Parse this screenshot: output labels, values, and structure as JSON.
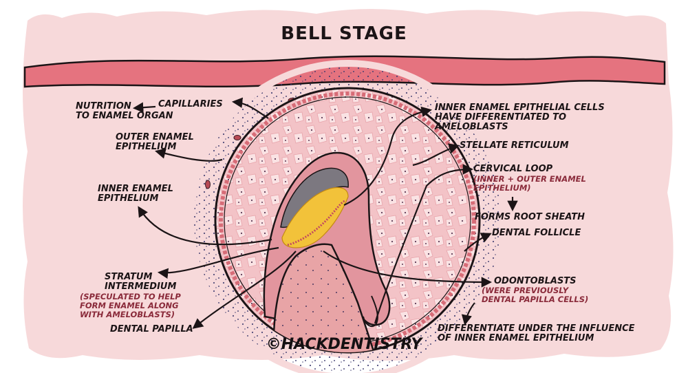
{
  "title": "BELL STAGE",
  "credit": "©HACKDENTISTRY",
  "labels": {
    "nutrition": "NUTRITION\nTO ENAMEL ORGAN",
    "capillaries": "CAPILLARIES",
    "outer_enamel": "OUTER ENAMEL\nEPITHELIUM",
    "inner_enamel": "INNER ENAMEL\nEPITHELIUM",
    "stratum": "STRATUM\nINTERMEDIUM",
    "stratum_note": "(SPECULATED TO HELP\nFORM ENAMEL ALONG\nWITH AMELOBLASTS)",
    "dental_papilla": "DENTAL PAPILLA",
    "inner_cells": "INNER ENAMEL EPITHELIAL CELLS\nHAVE DIFFERENTIATED TO\nAMELOBLASTS",
    "stellate": "STELLATE RETICULUM",
    "cervical": "CERVICAL LOOP",
    "cervical_note": "(INNER + OUTER ENAMEL\nEPITHELIUM)",
    "root_sheath": "FORMS ROOT SHEATH",
    "follicle": "DENTAL FOLLICLE",
    "odontoblasts": "ODONTOBLASTS",
    "odontoblasts_note": "(WERE PREVIOUSLY\nDENTAL PAPILLA CELLS)",
    "differentiate": "DIFFERENTIATE UNDER THE INFLUENCE\nOF INNER ENAMEL EPITHELIUM"
  },
  "colors": {
    "background_tissue": "#f7d9da",
    "epithelium_band": "#e5737f",
    "stellate_fill": "#f1b7bd",
    "enamel_yellow": "#f2c23a",
    "dentin_gray": "#7c7880",
    "outline": "#1b1416",
    "note_red": "#8a2a3a"
  }
}
